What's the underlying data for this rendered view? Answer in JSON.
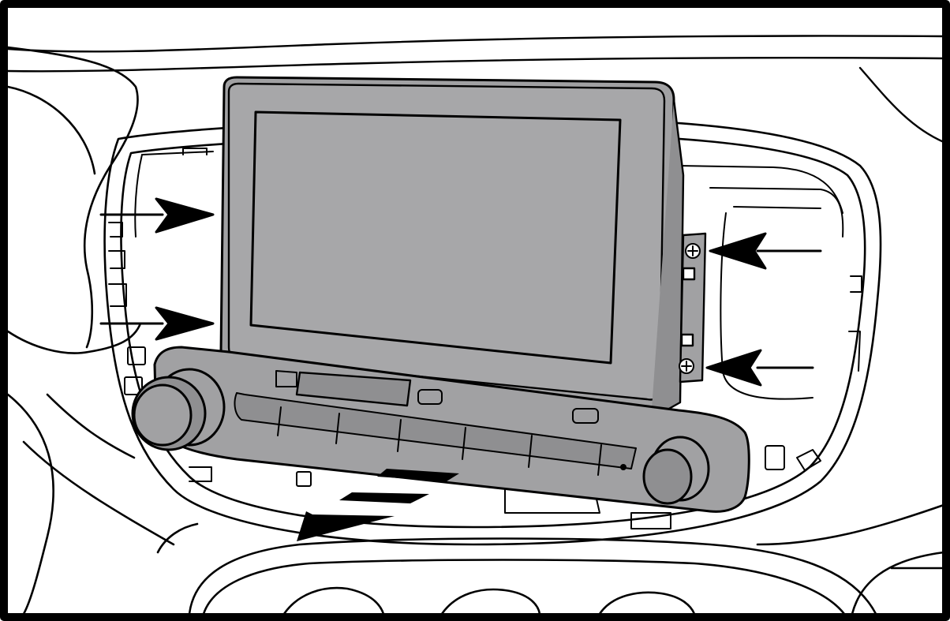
{
  "figure": {
    "colors": {
      "line": "#000000",
      "paper": "#ffffff",
      "screen": "#a7a7a9",
      "unit": "#a1a1a3",
      "unit_dark": "#8f8f91",
      "frame": "#000000"
    },
    "elements": [
      "border-frame",
      "dashboard-trim",
      "left-vent-housing",
      "bezel-opening",
      "radio-bracket",
      "display-unit",
      "display-screen",
      "control-strip",
      "volume-knob",
      "tuning-knob",
      "preset-buttons",
      "mounting-screw",
      "push-arrow",
      "pull-out-arrow",
      "lower-console"
    ]
  }
}
